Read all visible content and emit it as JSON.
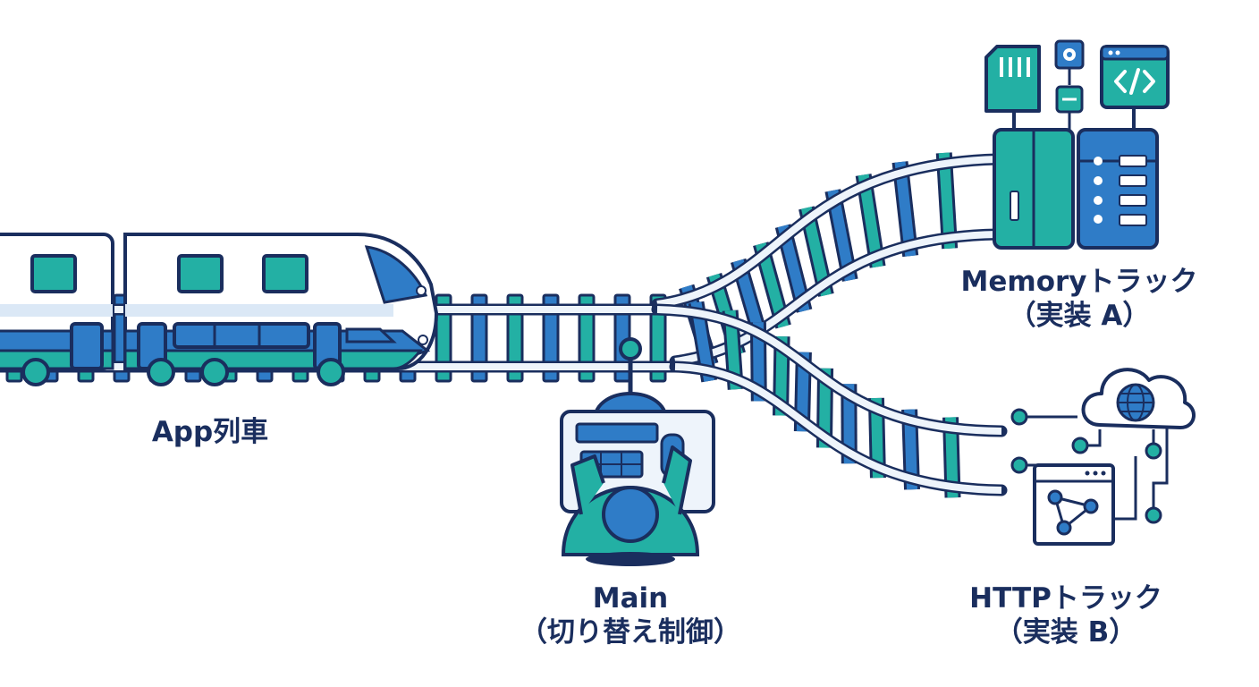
{
  "colors": {
    "navy": "#1a2e5e",
    "blue": "#2f7cc7",
    "teal": "#23b0a4",
    "light_blue": "#dbe8f6",
    "rail": "#eef4fb",
    "white": "#ffffff"
  },
  "labels": {
    "train": "App列車",
    "memory_track": "Memoryトラック",
    "memory_impl": "（実装 A）",
    "http_track": "HTTPトラック",
    "http_impl": "（実装 B）",
    "main": "Main",
    "main_desc": "（切り替え制御）"
  },
  "icons": {
    "train": "train-icon",
    "memory_server": "server-rack-icon",
    "memory_card": "memory-card-icon",
    "settings": "gear-icon",
    "code_window": "code-window-icon",
    "cloud": "cloud-globe-icon",
    "network": "network-window-icon",
    "operator": "operator-console-icon"
  }
}
